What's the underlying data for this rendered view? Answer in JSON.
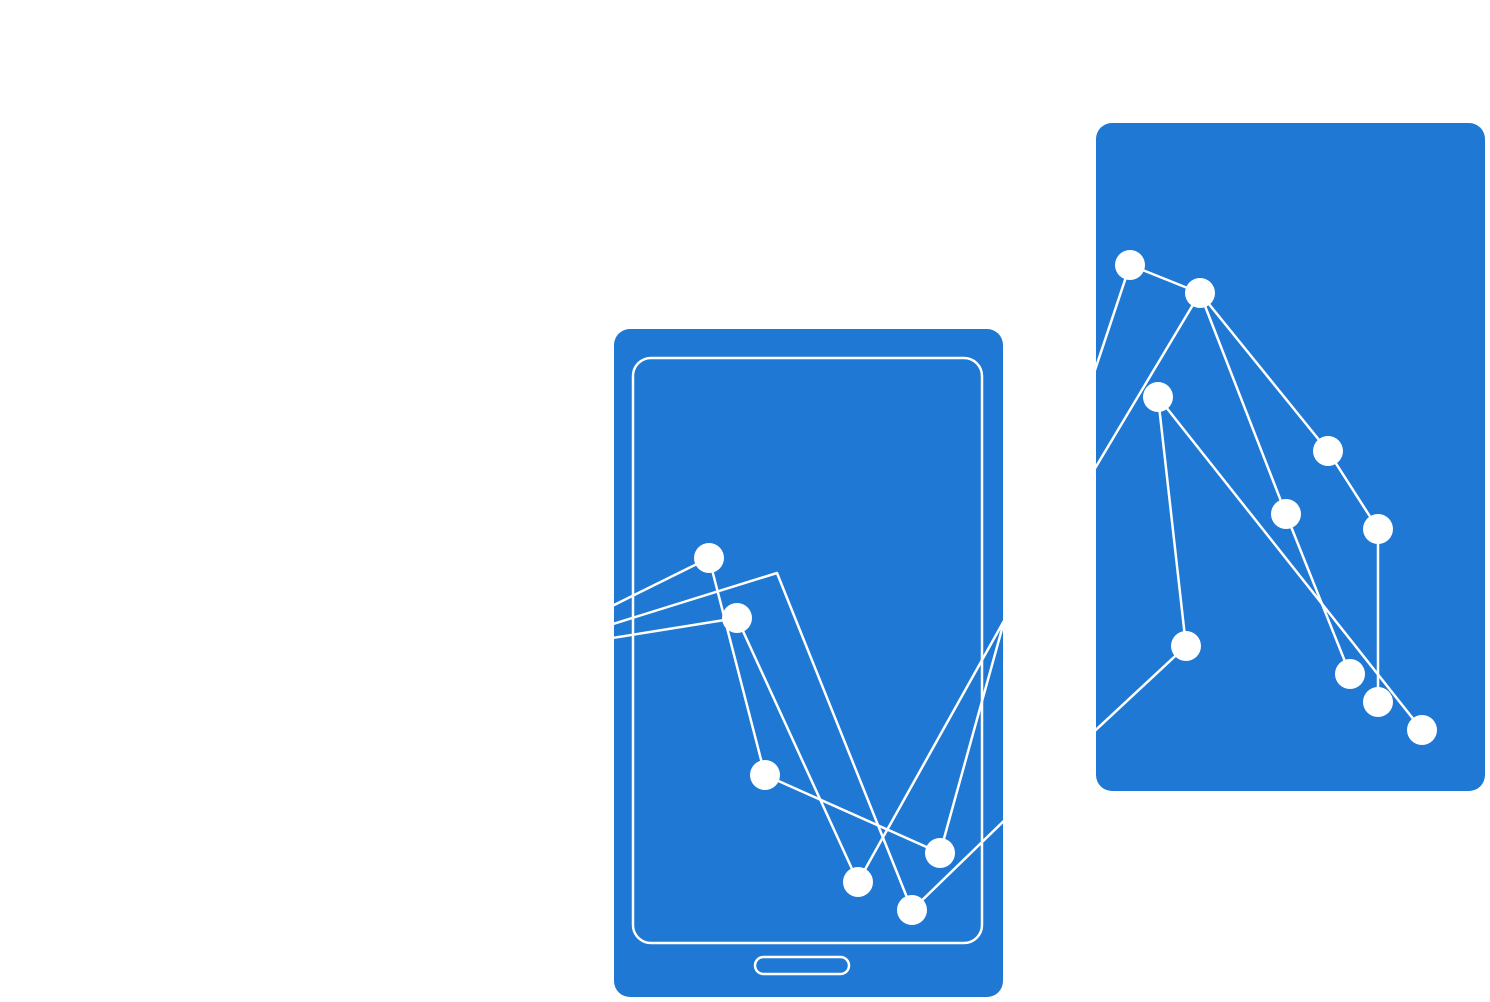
{
  "illustration": {
    "subject": "network-lines-over-devices",
    "colors": {
      "background": "#ffffff",
      "device_fill": "#1f78d4",
      "line": "#ffffff",
      "node": "#ffffff"
    },
    "devices": [
      {
        "name": "phone-device",
        "has_screen_frame": true,
        "has_home_button": true
      },
      {
        "name": "tablet-device",
        "has_screen_frame": false,
        "has_home_button": false
      }
    ]
  }
}
